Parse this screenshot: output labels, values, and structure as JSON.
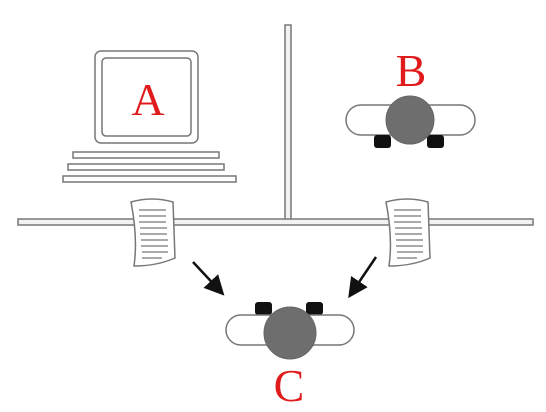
{
  "labels": {
    "a": "A",
    "b": "B",
    "c": "C"
  },
  "colors": {
    "label": "#e01b1b",
    "line": "#777777",
    "wall_fill": "#f2f2f2",
    "head": "#6e6e6e",
    "shoe": "#111111",
    "arrow": "#111111"
  },
  "icons": {
    "computer": "computer-icon",
    "person_top_view": "person-top-view-icon",
    "paper": "paper-sheet-icon",
    "arrow": "arrow-icon"
  }
}
